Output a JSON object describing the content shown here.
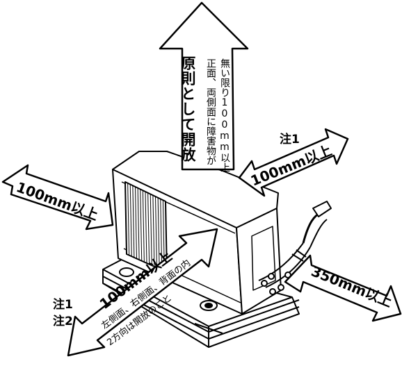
{
  "top_arrow": {
    "main": "原則として開放",
    "note_line1": "正面、両側面に障害物が",
    "note_line2": "無い限り100mm以上"
  },
  "left_arrow": {
    "label": "100mm以上"
  },
  "right_top_arrow": {
    "label": "100mm以上",
    "note": "注1"
  },
  "right_bottom_arrow": {
    "label": "350mm以上"
  },
  "bottom_arrow": {
    "label": "100mm以上",
    "note_line1": "左側面、右側面、背面の内",
    "note_line2": "2方向は開放のこと"
  },
  "side_notes": {
    "note1": "注1",
    "note2": "注2"
  }
}
